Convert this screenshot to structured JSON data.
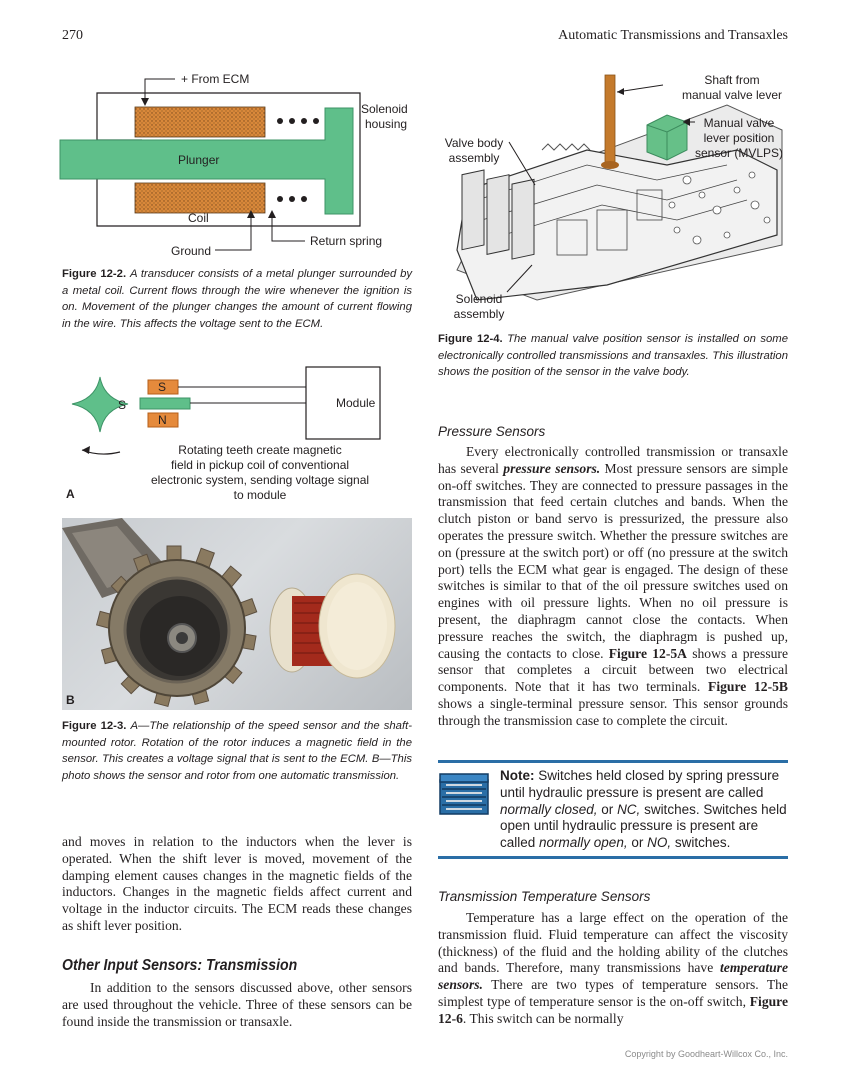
{
  "header": {
    "page_number": "270",
    "running_title": "Automatic Transmissions and Transaxles"
  },
  "fig12_2": {
    "labels": {
      "from_ecm": "+ From ECM",
      "solenoid_housing_1": "Solenoid",
      "solenoid_housing_2": "housing",
      "plunger": "Plunger",
      "coil": "Coil",
      "ground": "Ground",
      "return_spring": "Return spring"
    },
    "caption_num": "Figure 12-2.",
    "caption_text": "A transducer consists of a metal plunger surrounded by a metal coil. Current flows through the wire whenever the ignition is on. Movement of the plunger changes the amount of current flowing in the wire. This affects the voltage sent to the ECM."
  },
  "fig12_3": {
    "labels": {
      "s_top": "S",
      "s_rotor": "S",
      "n_bottom": "N",
      "module": "Module",
      "desc_1": "Rotating teeth create magnetic",
      "desc_2": "field in pickup coil of conventional",
      "desc_3": "electronic system, sending voltage signal",
      "desc_4": "to module",
      "part_a": "A",
      "part_b": "B"
    },
    "caption_num": "Figure 12-3.",
    "caption_text": "A—The relationship of the speed sensor and the shaft-mounted rotor. Rotation of the rotor induces a magnetic field in the sensor. This creates a voltage signal that is sent to the ECM. B—This photo shows the sensor and rotor from one automatic transmission."
  },
  "fig12_4": {
    "labels": {
      "shaft_1": "Shaft from",
      "shaft_2": "manual valve lever",
      "mvlps_1": "Manual valve",
      "mvlps_2": "lever position",
      "mvlps_3": "sensor (MVLPS)",
      "valve_body_1": "Valve body",
      "valve_body_2": "assembly",
      "solenoid_1": "Solenoid",
      "solenoid_2": "assembly"
    },
    "caption_num": "Figure 12-4.",
    "caption_text": "The manual valve position sensor is installed on some electronically controlled transmissions and transaxles. This illustration shows the position of the sensor in the valve body."
  },
  "left_text": {
    "para1": "and moves in relation to the inductors when the lever is operated. When the shift lever is moved, movement of the damping element causes changes in the magnetic fields of the inductors. Changes in the magnetic fields affect current and voltage in the inductor circuits. The ECM reads these changes as shift lever position.",
    "heading": "Other Input Sensors: Transmission",
    "para2": "In addition to the sensors discussed above, other sensors are used throughout the vehicle. Three of these sensors can be found inside the transmission or transaxle."
  },
  "pressure": {
    "heading": "Pressure Sensors",
    "p_a": "Every electronically controlled transmission or transaxle has several ",
    "term": "pressure sensors.",
    "p_b": " Most pressure sensors are simple on-off switches. They are connected to pressure passages in the transmission that feed certain clutches and bands. When the clutch piston or band servo is pressurized, the pressure also operates the pressure switch. Whether the pressure switches are on (pressure at the switch port) or off (no pressure at the switch port) tells the ECM what gear is engaged. The design of these switches is similar to that of the oil pressure switches used on engines with oil pressure lights. When no oil pressure is present, the diaphragm cannot close the contacts. When pressure reaches the switch, the diaphragm is pushed up, causing the contacts to close. ",
    "ref_a": "Figure 12-5A",
    "p_c": " shows a pressure sensor that completes a circuit between two electrical components. Note that it has two terminals. ",
    "ref_b": "Figure 12-5B",
    "p_d": " shows a single-terminal pressure sensor. This sensor grounds through the transmission case to complete the circuit."
  },
  "note": {
    "label": "Note:",
    "t1": " Switches held closed by spring pressure until hydraulic pressure is present are called ",
    "nc": "normally closed,",
    "t2": " or ",
    "nc_abbr": "NC,",
    "t3": " switches. Switches held open until hydraulic pressure is present are called ",
    "no": "normally open,",
    "t4": " or ",
    "no_abbr": "NO,",
    "t5": " switches.",
    "accent_color": "#2a6ea6"
  },
  "temperature": {
    "heading": "Transmission Temperature Sensors",
    "p_a": "Temperature has a large effect on the operation of the transmission fluid. Fluid temperature can affect the viscosity (thickness) of the fluid and the holding ability of the clutches and bands. Therefore, many transmissions have ",
    "term": "temperature sensors.",
    "p_b": " There are two types of temperature sensors. The simplest type of temperature sensor is the on-off switch, ",
    "ref": "Figure 12-6",
    "p_c": ". This switch can be normally"
  },
  "footer": {
    "copyright": "Copyright by Goodheart-Willcox Co., Inc."
  },
  "colors": {
    "green": "#5fbf8a",
    "coil": "#d9883a",
    "blue": "#2a6ea6"
  }
}
